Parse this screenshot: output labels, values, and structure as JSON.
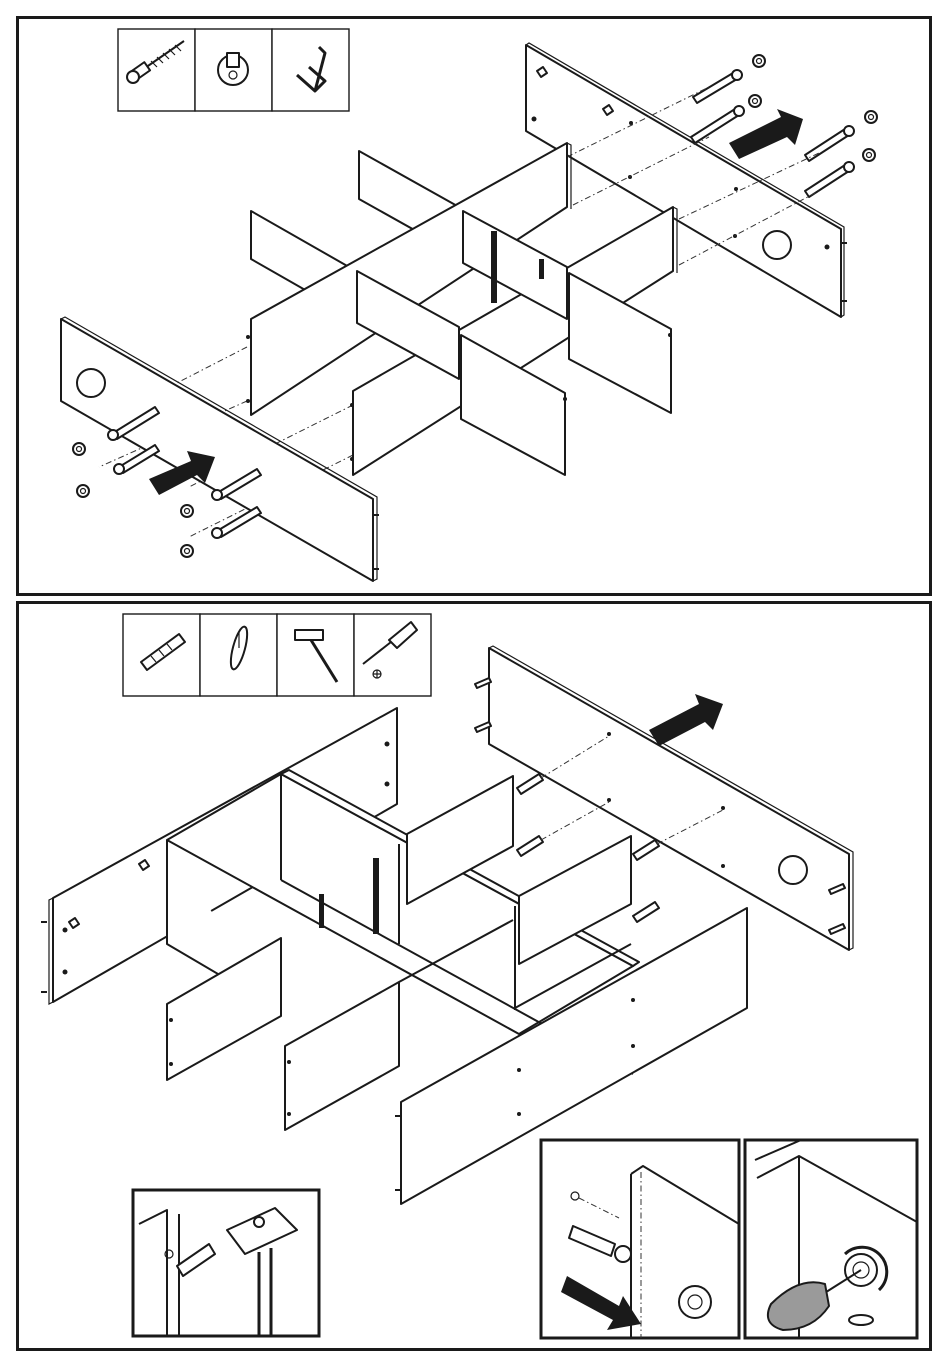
{
  "steps": [
    {
      "id": "step-1",
      "parts": [
        "screw-icon",
        "cam-dowel-icon",
        "allen-key-icon"
      ],
      "arrows": [
        "push-arrow-left",
        "push-arrow-right"
      ]
    },
    {
      "id": "step-2",
      "parts": [
        "wooden-dowel-icon",
        "cam-lock-disc-icon",
        "hammer-icon",
        "screwdriver-icon"
      ],
      "details": [
        "hammer-dowel-detail",
        "cam-insert-detail",
        "cam-tighten-detail"
      ]
    }
  ],
  "colors": {
    "line": "#1a1a1a",
    "panel": "#ffffff",
    "screwdriver_handle": "#9a9a9a",
    "background": "#ffffff"
  }
}
